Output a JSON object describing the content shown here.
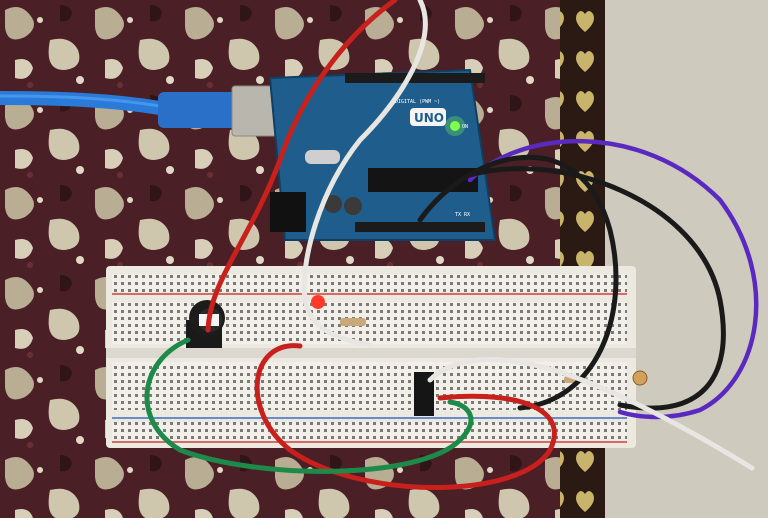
{
  "photo": {
    "board_logo": "UNO",
    "board_pin_label": "DIGITAL (PWM ~)",
    "led_label": "ON",
    "tx_rx_label": "TX RX"
  },
  "colors": {
    "fabric_dark": "#4a1f26",
    "fabric_light": "#c8c0a8",
    "board_blue": "#1f5e8c",
    "breadboard": "#f1efe9",
    "rail_red": "#d04040",
    "rail_blue": "#3a6fc0",
    "usb_blue": "#2a7ad8",
    "wire_red": "#c8201c",
    "wire_white": "#e8e6e2",
    "wire_black": "#1a1a1a",
    "wire_purple": "#5a2ac0",
    "wire_green": "#1e8a4a",
    "power_led": "#7dff4a"
  },
  "components": [
    "arduino-uno",
    "usb-cable",
    "breadboard",
    "buzzer",
    "red-led",
    "resistor",
    "resistor-2",
    "photoresistor",
    "pin-header"
  ]
}
